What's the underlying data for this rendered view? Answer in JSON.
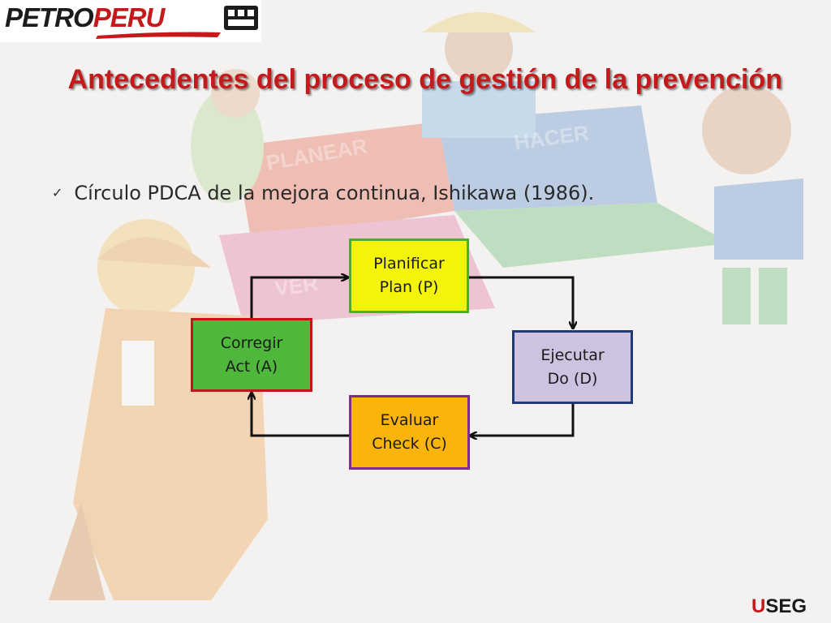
{
  "logo": {
    "brand_part1": "PETRO",
    "brand_part2": "PERU",
    "icon": "petroperu-emblem-icon"
  },
  "title": "Antecedentes del proceso de gestión de la prevención",
  "bullet": {
    "icon": "checkmark-icon",
    "text": "Círculo PDCA de la mejora continua, Ishikawa (1986)."
  },
  "background_puzzle": {
    "piece_labels": [
      "PLANEAR",
      "HACER",
      "VER"
    ]
  },
  "diagram": {
    "nodes": {
      "plan": {
        "line1": "Planificar",
        "line2": "Plan (P)",
        "fill": "#f4f40a",
        "border": "#4caf2a"
      },
      "do": {
        "line1": "Ejecutar",
        "line2": "Do (D)",
        "fill": "#cdc2df",
        "border": "#1f3a78"
      },
      "check": {
        "line1": "Evaluar",
        "line2": "Check (C)",
        "fill": "#fbb40c",
        "border": "#7a2d8f"
      },
      "act": {
        "line1": "Corregir",
        "line2": "Act (A)",
        "fill": "#4fb83c",
        "border": "#c0151a"
      }
    },
    "edges": [
      {
        "from": "act",
        "to": "plan"
      },
      {
        "from": "plan",
        "to": "do"
      },
      {
        "from": "do",
        "to": "check"
      },
      {
        "from": "check",
        "to": "act"
      }
    ]
  },
  "footer": {
    "first_letter": "U",
    "rest": "SEG"
  },
  "colors": {
    "title_red": "#c41a1c",
    "arrow": "#111111"
  }
}
